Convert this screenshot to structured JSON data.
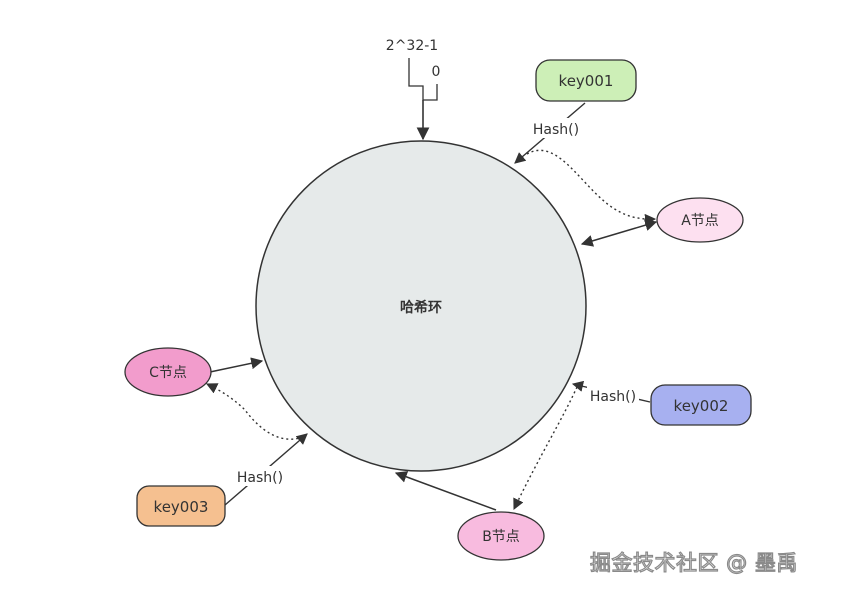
{
  "ring": {
    "label": "哈希环",
    "fill": "#e6eaea"
  },
  "origin": {
    "max_label": "2^32-1",
    "zero_label": "0"
  },
  "keys": [
    {
      "label": "key001",
      "fill": "#cdefb7"
    },
    {
      "label": "key002",
      "fill": "#a7b0f0"
    },
    {
      "label": "key003",
      "fill": "#f5c090"
    }
  ],
  "nodes": [
    {
      "label": "A节点",
      "fill": "#fde0f0"
    },
    {
      "label": "B节点",
      "fill": "#f8bbdf"
    },
    {
      "label": "C节点",
      "fill": "#f29ccc"
    }
  ],
  "hash_labels": [
    "Hash()",
    "Hash()",
    "Hash()"
  ],
  "watermark": "掘金技术社区 @ 墨禹"
}
